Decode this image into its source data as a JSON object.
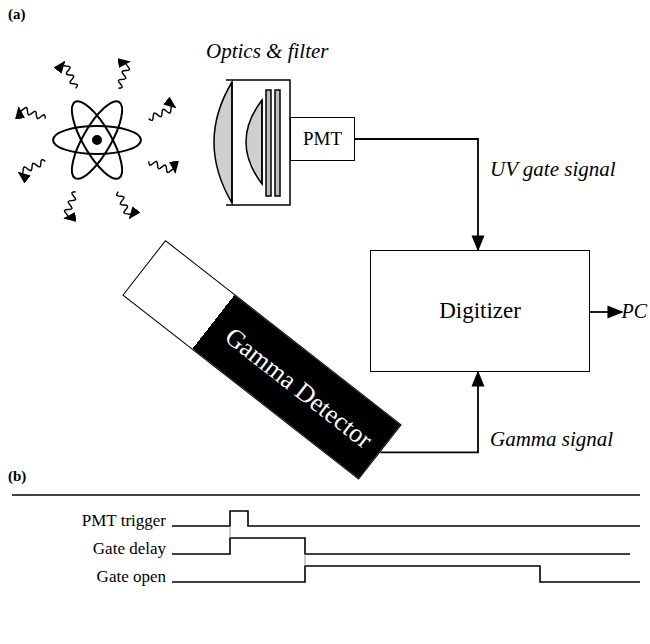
{
  "diagram": {
    "nodes": [
      {
        "text": [
          "PMT"
        ]
      },
      {
        "text": [
          "Digitizer"
        ]
      },
      {
        "text": [
          "Gamma Detector"
        ]
      }
    ],
    "edges": [
      {
        "from": 0,
        "to": 1,
        "label": "UV gate signal",
        "arrow": "to"
      },
      {
        "from": 2,
        "to": 1,
        "label": "Gamma signal",
        "arrow": "to"
      }
    ],
    "labels": [
      "(a)",
      "Optics & filter",
      "PC",
      "(b)",
      "PMT trigger",
      "Gate delay",
      "Gate open"
    ]
  }
}
